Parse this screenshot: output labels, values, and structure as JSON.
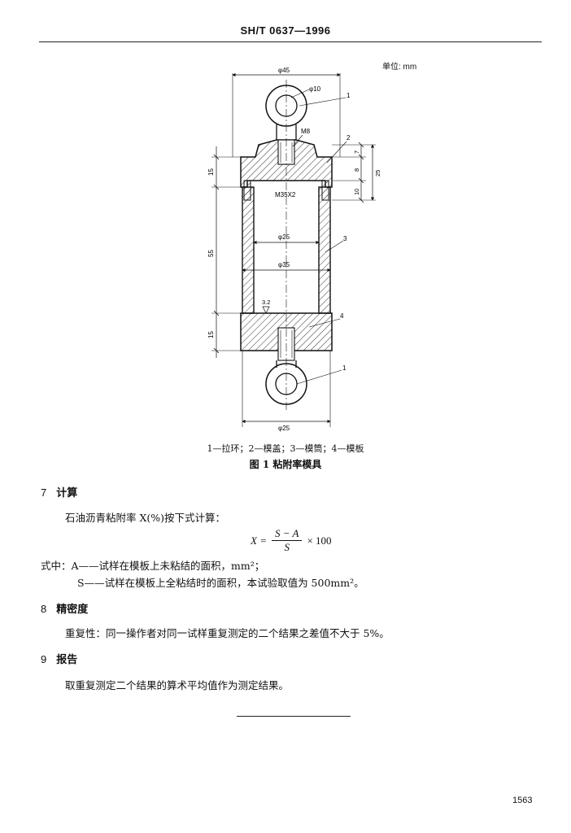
{
  "header": {
    "std_code": "SH/T 0637—1996"
  },
  "figure": {
    "unit_note": "单位: mm",
    "labels": {
      "phi45": "φ45",
      "phi10": "φ10",
      "m8": "M8",
      "m35x2": "M35X2",
      "phi25_inner": "φ25",
      "phi35": "φ35",
      "roughness": "3.2",
      "phi25_bottom": "φ25",
      "dim_15_top": "15",
      "dim_55": "55",
      "dim_15_bottom": "15",
      "dim_7": "7",
      "dim_8": "8",
      "dim_10": "10",
      "dim_25": "25",
      "part1_top": "1",
      "part2": "2",
      "part3": "3",
      "part4": "4",
      "part1_bottom": "1"
    },
    "legend": "1—拉环；2—模盖；3—模筒；4—模板",
    "caption": "图 1   粘附率模具"
  },
  "sections": {
    "s7": {
      "number": "7",
      "title": "计算"
    },
    "s8": {
      "number": "8",
      "title": "精密度"
    },
    "s9": {
      "number": "9",
      "title": "报告"
    }
  },
  "s7_text": {
    "intro": "石油沥青粘附率 X(%)按下式计算：",
    "formula": {
      "lhs": "X =",
      "numerator": "S − A",
      "denominator": "S",
      "tail": "× 100"
    },
    "where_label": "式中：",
    "def_a": "A——试样在模板上未粘结的面积，mm²；",
    "def_s": "S——试样在模板上全粘结时的面积，本试验取值为 500mm²。"
  },
  "s8_text": "重复性：同一操作者对同一试样重复测定的二个结果之差值不大于 5%。",
  "s9_text": "取重复测定二个结果的算术平均值作为测定结果。",
  "footer": {
    "page_number": "1563"
  }
}
